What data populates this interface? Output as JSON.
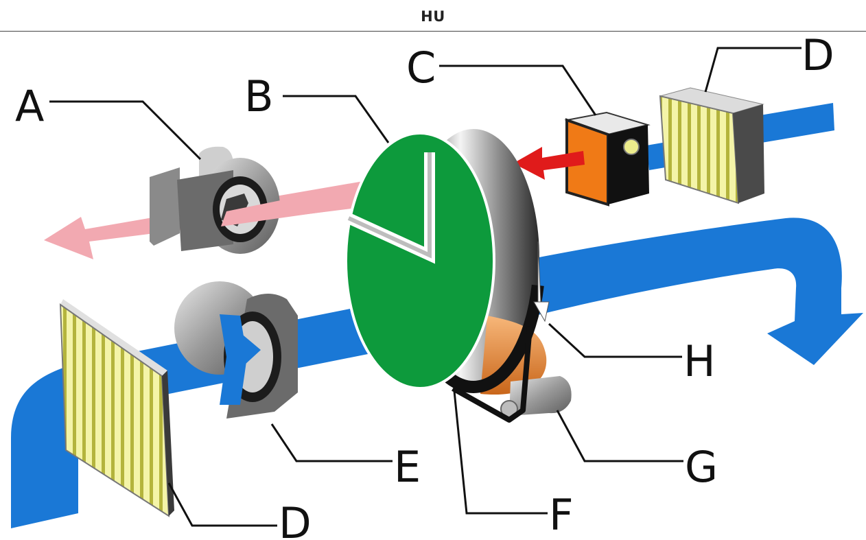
{
  "header": {
    "title": "HU"
  },
  "diagram": {
    "labels": {
      "a": "A",
      "b": "B",
      "c": "C",
      "d_top": "D",
      "d_bottom": "D",
      "e": "E",
      "f": "F",
      "g": "G",
      "h": "H"
    },
    "colors": {
      "process_air": "#1a78d6",
      "regeneration_exhaust": "#f2a9b1",
      "regeneration_hot_air": "#e01b1b",
      "rotor_face": "#0d9a3c",
      "heater_core": "#f07a16",
      "filter_media": "#ecec8c",
      "housing_gray": "#6b6b6b"
    }
  }
}
